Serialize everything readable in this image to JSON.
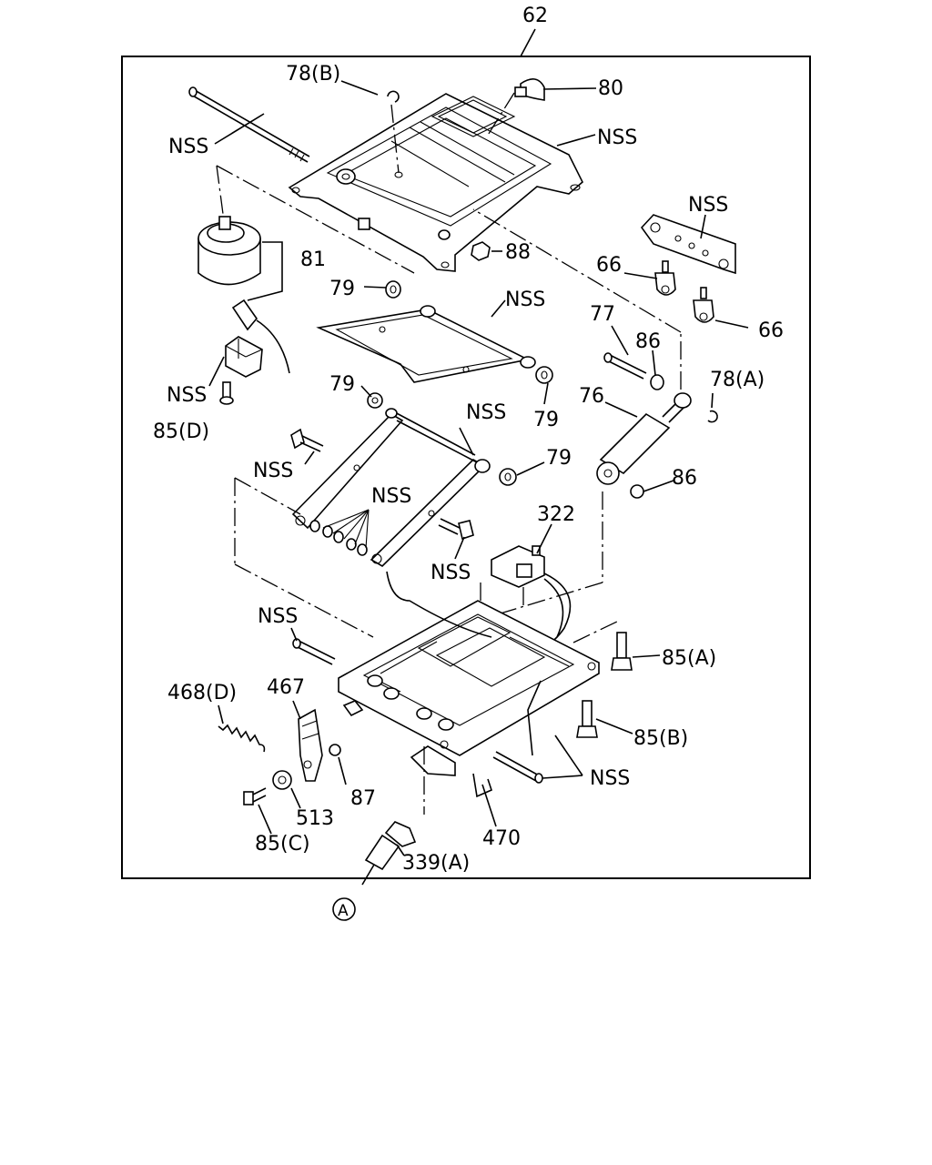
{
  "diagram": {
    "assembly_number": "62",
    "callouts": {
      "l78b": "78(B)",
      "l80": "80",
      "nss_rod_top": "NSS",
      "nss_top_frame": "NSS",
      "nss_bracket": "NSS",
      "l81": "81",
      "l88": "88",
      "l66a": "66",
      "l66b": "66",
      "l79a": "79",
      "nss_seat_plate": "NSS",
      "l77": "77",
      "l86a": "86",
      "l78a": "78(A)",
      "nss_clip_box": "NSS",
      "l85d": "85(D)",
      "l79b": "79",
      "l79c": "79",
      "l76": "76",
      "nss_scissor_top": "NSS",
      "nss_bolt_left": "NSS",
      "l79d": "79",
      "l86b": "86",
      "nss_washers": "NSS",
      "l322": "322",
      "nss_bolt_mid": "NSS",
      "nss_pin_lower": "NSS",
      "l85a": "85(A)",
      "l468d": "468(D)",
      "l467": "467",
      "l85b": "85(B)",
      "l87": "87",
      "nss_bottom_right": "NSS",
      "l513": "513",
      "l85c": "85(C)",
      "l470": "470",
      "l339a": "339(A)",
      "ref_a": "A"
    }
  }
}
